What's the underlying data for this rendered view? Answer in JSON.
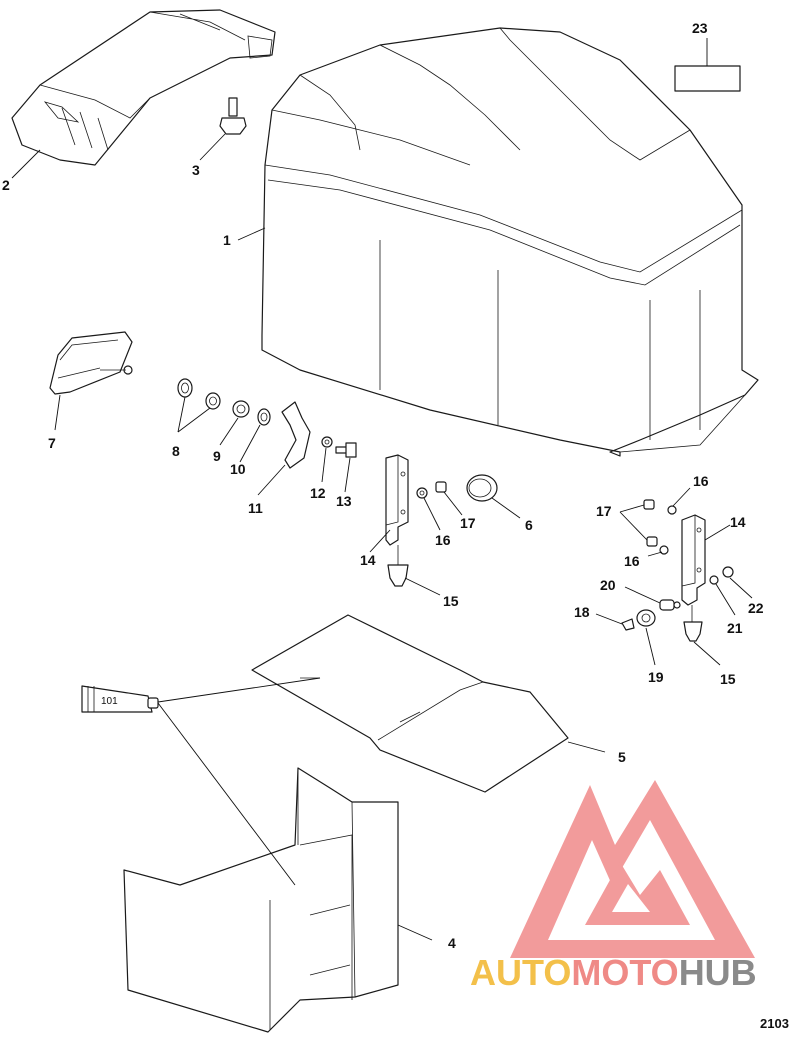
{
  "figure_number": "2103",
  "tube_label": "101",
  "callouts": {
    "c1": "1",
    "c2": "2",
    "c3": "3",
    "c4": "4",
    "c5": "5",
    "c6": "6",
    "c7": "7",
    "c8": "8",
    "c9": "9",
    "c10": "10",
    "c11": "11",
    "c12": "12",
    "c13": "13",
    "c14a": "14",
    "c14b": "14",
    "c15a": "15",
    "c15b": "15",
    "c16a": "16",
    "c16b": "16",
    "c16c": "16",
    "c17a": "17",
    "c17b": "17",
    "c18": "18",
    "c19": "19",
    "c20": "20",
    "c21": "21",
    "c22": "22",
    "c23": "23"
  },
  "watermark": {
    "text": "AUTOMOTOHUB",
    "parts": [
      "AUTO",
      "MOTO",
      "HUB"
    ],
    "colors": {
      "auto": "#f3c04a",
      "moto": "#ef8a86",
      "hub": "#8a8a8a",
      "logo": "#f08a8a"
    }
  }
}
